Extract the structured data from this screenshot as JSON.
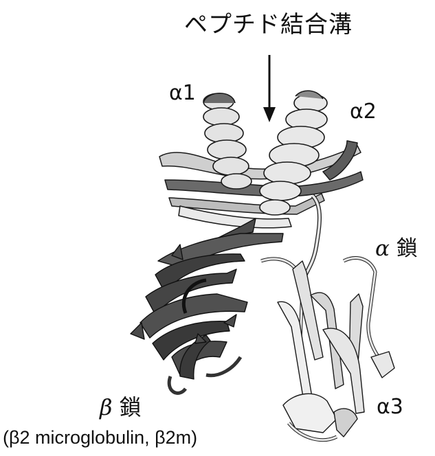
{
  "title": "ペプチド結合溝",
  "labels": {
    "alpha1": "α1",
    "alpha2": "α2",
    "alpha3": "α3",
    "alpha_chain_symbol": "α",
    "alpha_chain_word": "鎖",
    "beta_chain_symbol": "β",
    "beta_chain_word": "鎖",
    "beta_chain_subtitle": "(β2 microglobulin, β2m)"
  },
  "colors": {
    "alpha_chain": "#e6e6e6",
    "beta_chain": "#4a4a4a",
    "outline": "#1a1a1a",
    "arrow": "#111111"
  }
}
